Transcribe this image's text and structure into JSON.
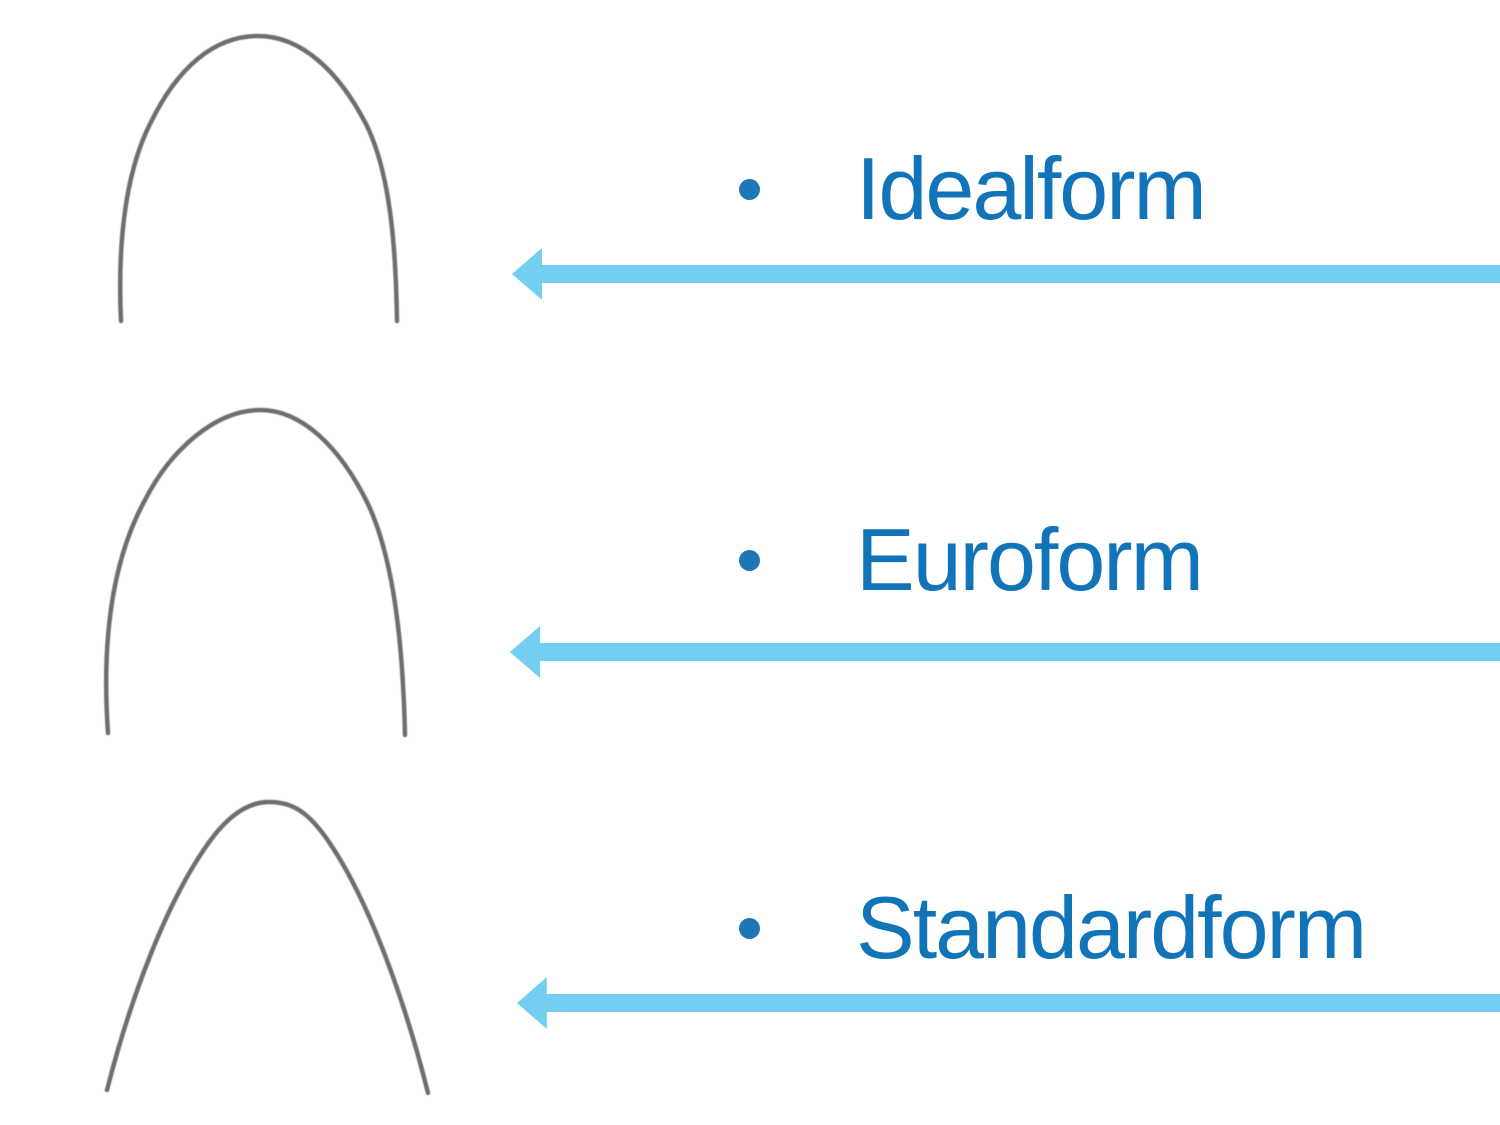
{
  "items": [
    {
      "label": "Idealform"
    },
    {
      "label": "Euroform"
    },
    {
      "label": "Standardform"
    }
  ],
  "icons": {
    "bullet": "filled-circle",
    "arrow": "left-block-arrow",
    "wires": [
      "idealform-archwire-curve",
      "euroform-archwire-curve",
      "standardform-archwire-curve"
    ]
  },
  "colors": {
    "label_text": "#1173b8",
    "bullet": "#1d76b8",
    "arrow": "#74cef2",
    "wire": "#5e6365",
    "page_bg": "#ffffff"
  }
}
